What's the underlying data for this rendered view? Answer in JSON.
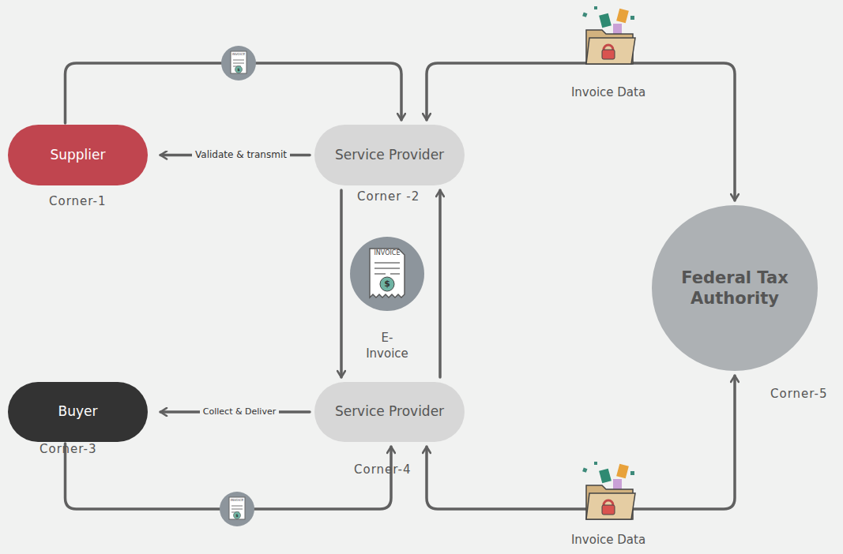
{
  "diagram": {
    "nodes": [
      {
        "text": [
          "Supplier",
          "Corner-1"
        ]
      },
      {
        "text": [
          "Service Provider",
          "Corner -2"
        ]
      },
      {
        "text": [
          "Buyer",
          "Corner-3"
        ]
      },
      {
        "text": [
          "Service Provider",
          "Corner-4"
        ]
      },
      {
        "text": [
          "Federal Tax Authority",
          "Corner-5"
        ]
      }
    ],
    "edges": [
      {
        "from": 0,
        "to": 1,
        "arrow": "to"
      },
      {
        "from": 1,
        "to": 0,
        "label": "Validate & transmit",
        "arrow": "to"
      },
      {
        "from": 1,
        "to": 3,
        "arrow": "to"
      },
      {
        "from": 3,
        "to": 1,
        "arrow": "to"
      },
      {
        "from": 3,
        "to": 2,
        "label": "Collect & Deliver",
        "arrow": "to"
      },
      {
        "from": 2,
        "to": 3,
        "arrow": "to"
      },
      {
        "from": 1,
        "to": 4,
        "label": "Invoice Data",
        "arrow": "both"
      },
      {
        "from": 3,
        "to": 4,
        "label": "Invoice Data",
        "arrow": "both"
      }
    ],
    "labels": [
      "INVOICE",
      "$",
      "INVOICE",
      "$",
      "E- Invoice",
      "INVOICE",
      "$"
    ]
  }
}
